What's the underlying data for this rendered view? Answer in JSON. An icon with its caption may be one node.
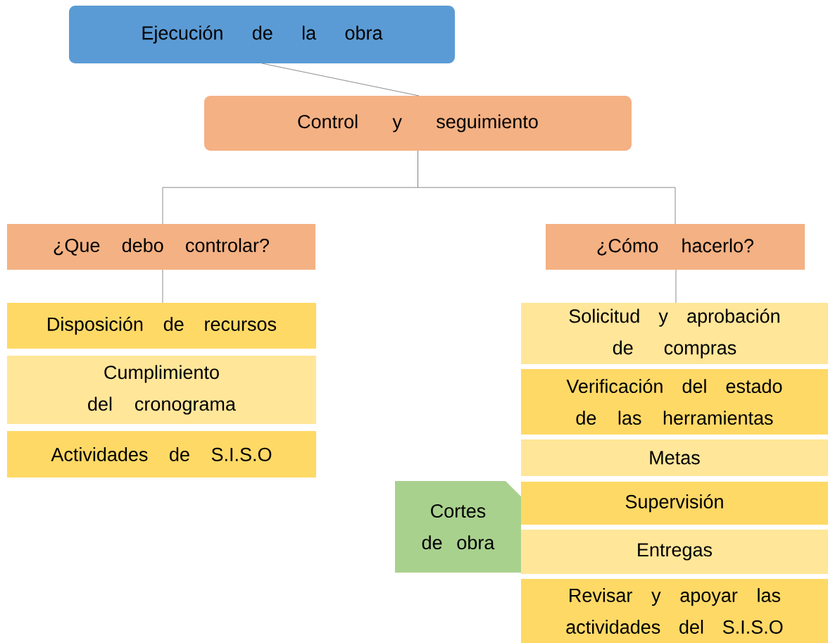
{
  "diagram": {
    "nodes": [
      {
        "text": [
          "Ejecución de la obra"
        ]
      },
      {
        "text": [
          "Control y seguimiento"
        ]
      },
      {
        "text": [
          "¿Que debo controlar?"
        ]
      },
      {
        "text": [
          "¿Cómo hacerlo?"
        ]
      },
      {
        "text": [
          "Disposición de recursos"
        ]
      },
      {
        "text": [
          "Cumplimiento del cronograma"
        ]
      },
      {
        "text": [
          "Actividades de S.I.S.O"
        ]
      },
      {
        "text": [
          "Solicitud y aprobación de compras"
        ]
      },
      {
        "text": [
          "Verificación del estado de las herramientas"
        ]
      },
      {
        "text": [
          "Metas"
        ]
      },
      {
        "text": [
          "Supervisión"
        ]
      },
      {
        "text": [
          "Entregas"
        ]
      },
      {
        "text": [
          "Revisar y apoyar las actividades del S.I.S.O"
        ]
      },
      {
        "text": [
          "Cortes de obra"
        ]
      }
    ],
    "edges": [
      {
        "from": 0,
        "to": 1,
        "arrow": "none"
      },
      {
        "from": 1,
        "to": 2,
        "arrow": "none"
      },
      {
        "from": 1,
        "to": 3,
        "arrow": "none"
      },
      {
        "from": 2,
        "to": 4,
        "arrow": "none"
      },
      {
        "from": 3,
        "to": 7,
        "arrow": "none"
      }
    ]
  }
}
